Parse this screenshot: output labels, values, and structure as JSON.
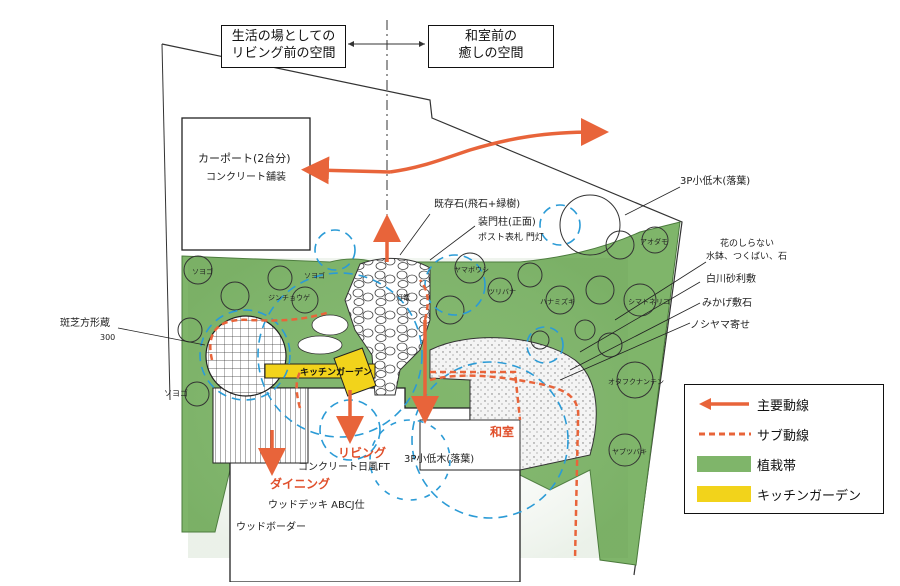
{
  "header": {
    "left_line1": "生活の場としての",
    "left_line2": "リビング前の空間",
    "right_line1": "和室前の",
    "right_line2": "癒しの空間"
  },
  "legend": [
    {
      "label": "主要動線",
      "kind": "arrow",
      "color": "#e8643a"
    },
    {
      "label": "サブ動線",
      "kind": "dash",
      "color": "#e8643a"
    },
    {
      "label": "植栽帯",
      "kind": "swatch",
      "color": "#7fb56a"
    },
    {
      "label": "キッチンガーデン",
      "kind": "swatch",
      "color": "#f2d31b"
    }
  ],
  "labels": {
    "carport": "カーポート(2台分)",
    "carport_sub": "コンクリート舗装",
    "kitchen_garden": "キッチンガーデン",
    "living": "リビング",
    "dining": "ダイニング",
    "washitsu": "和室",
    "concrete": "コンクリート日風FT",
    "wood_deck": "ウッドデッキ ABCJ仕",
    "wood_border": "ウッドボーダー",
    "gate": "装門柱(正面)",
    "gate_sub": "ポスト表札 門灯",
    "paving": "既存石(飛石+緑樹)",
    "tree_right": "3P小低木(落葉)",
    "tree_mid": "3P小低木(落葉)",
    "gravel": "白川砂利敷",
    "ground_cover": "みかげ敷石",
    "stones": "ノシヤマ寄せ",
    "flowers": "花のしらない",
    "flowers_sub": "水鉢、つくばい、石",
    "left_note": "斑芝方形蔵",
    "left_note_sub": "300",
    "misc_a": "ソヨゴ",
    "misc_b": "ジンチョウゲ",
    "misc_c": "ヤマボウシ",
    "misc_d": "ハナミズキ",
    "misc_e": "シマトネリコ",
    "misc_f": "オタフクナンテン",
    "misc_g": "ヤブツバキ",
    "misc_h": "アオダモ",
    "misc_i": "ソヨゴ",
    "misc_j": "ツリバナ",
    "yago": "ソヨゴ",
    "tomi": "灯篭"
  },
  "colors": {
    "planting": "#7fb56a",
    "kitchen": "#f2d31b",
    "main_flow": "#e8643a",
    "circle": "#2b9bd6"
  }
}
